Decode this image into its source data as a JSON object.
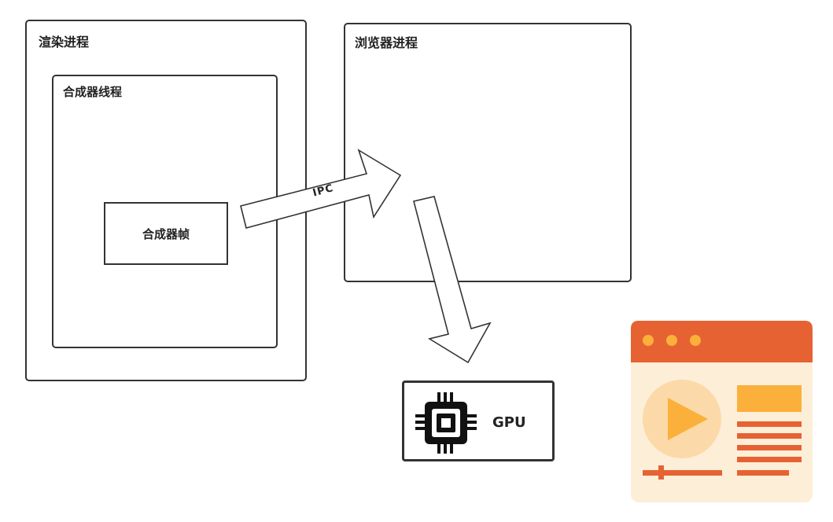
{
  "render_process": {
    "title": "渲染进程"
  },
  "compositor_thread": {
    "title": "合成器线程"
  },
  "compositor_frame": {
    "label": "合成器帧"
  },
  "browser_process": {
    "title": "浏览器进程"
  },
  "ipc_arrow": {
    "label": "IPC"
  },
  "gpu": {
    "label": "GPU",
    "icon": "chip-icon"
  },
  "illustration": {
    "icon": "video-webpage-illustration",
    "colors": {
      "header": "#e66233",
      "body": "#fdeed8",
      "accent": "#fbb03b",
      "line": "#e66233"
    }
  }
}
